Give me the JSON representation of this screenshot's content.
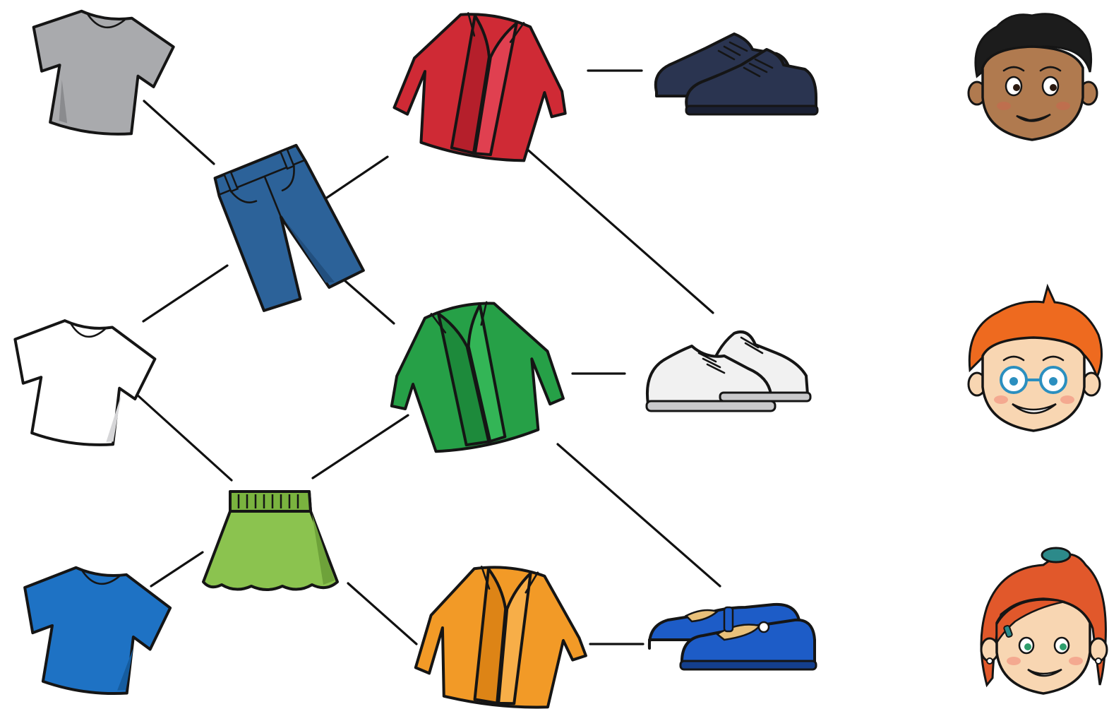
{
  "colors": {
    "gray_shirt": "#a9aaad",
    "white_shirt": "#ffffff",
    "blue_shirt": "#1e72c4",
    "jeans": "#2c6299",
    "skirt": "#8bc34f",
    "red_jacket": "#cf2a35",
    "green_jacket": "#26a047",
    "orange_jacket": "#f29a27",
    "dark_shoes": "#2a3450",
    "white_shoes": "#f1f1f1",
    "blue_shoes": "#1d5cc7",
    "skin_boy1": "#b07a4f",
    "hair_boy1": "#1c1c1c",
    "skin_light": "#f8d6b2",
    "hair_ginger": "#ee6a1f",
    "hair_girl": "#e1582b",
    "line": "#111111"
  },
  "items": [
    {
      "id": "gray-tshirt",
      "icon": "tshirt-icon"
    },
    {
      "id": "white-tshirt",
      "icon": "tshirt-icon"
    },
    {
      "id": "blue-tshirt",
      "icon": "tshirt-icon"
    },
    {
      "id": "jeans",
      "icon": "jeans-icon"
    },
    {
      "id": "green-skirt",
      "icon": "skirt-icon"
    },
    {
      "id": "red-jacket",
      "icon": "jacket-icon"
    },
    {
      "id": "green-jacket",
      "icon": "jacket-icon"
    },
    {
      "id": "orange-jacket",
      "icon": "jacket-icon"
    },
    {
      "id": "dark-shoes",
      "icon": "shoes-icon"
    },
    {
      "id": "white-shoes",
      "icon": "sneakers-icon"
    },
    {
      "id": "blue-shoes",
      "icon": "mary-jane-shoes-icon"
    },
    {
      "id": "boy-dark-hair",
      "icon": "boy-face-icon"
    },
    {
      "id": "boy-ginger-glasses",
      "icon": "boy-face-icon"
    },
    {
      "id": "girl-ponytail",
      "icon": "girl-face-icon"
    }
  ],
  "connections": [
    [
      "gray-tshirt",
      "jeans"
    ],
    [
      "white-tshirt",
      "jeans"
    ],
    [
      "white-tshirt",
      "green-skirt"
    ],
    [
      "blue-tshirt",
      "green-skirt"
    ],
    [
      "jeans",
      "red-jacket"
    ],
    [
      "jeans",
      "green-jacket"
    ],
    [
      "green-skirt",
      "green-jacket"
    ],
    [
      "green-skirt",
      "orange-jacket"
    ],
    [
      "red-jacket",
      "dark-shoes"
    ],
    [
      "red-jacket",
      "white-shoes"
    ],
    [
      "green-jacket",
      "white-shoes"
    ],
    [
      "green-jacket",
      "blue-shoes"
    ],
    [
      "orange-jacket",
      "blue-shoes"
    ]
  ]
}
